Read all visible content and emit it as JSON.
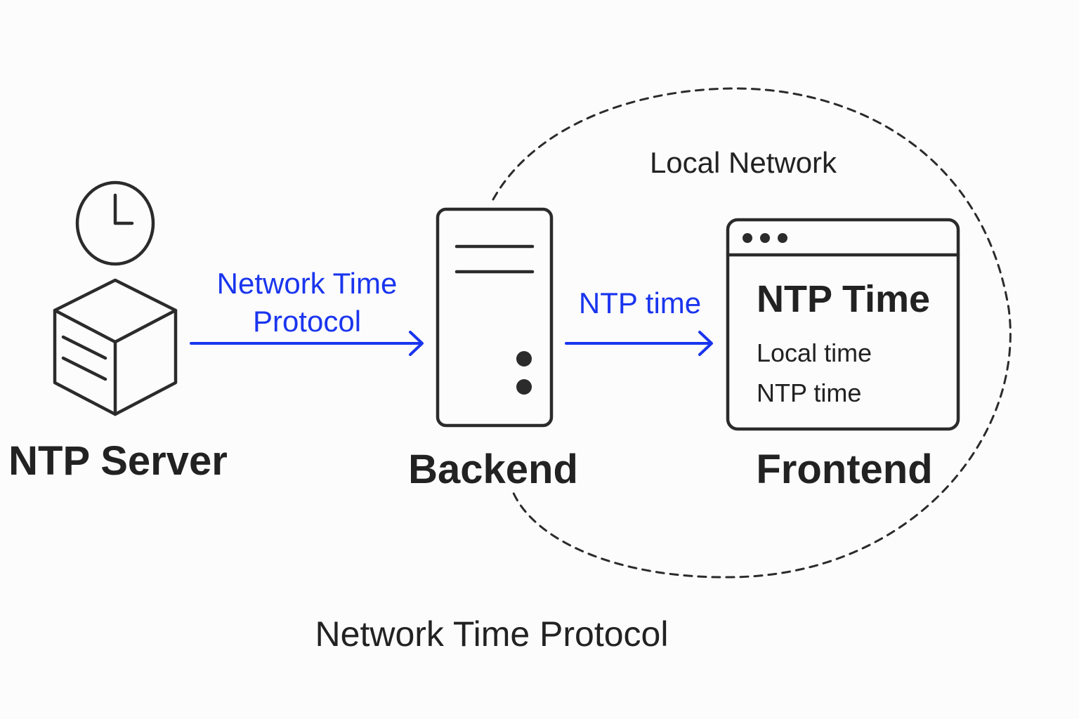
{
  "nodes": {
    "ntp_server": {
      "label": "NTP Server"
    },
    "backend": {
      "label": "Backend"
    },
    "frontend": {
      "label": "Frontend",
      "window_title": "NTP Time",
      "lines": [
        "Local time",
        "NTP time"
      ]
    }
  },
  "edges": {
    "server_to_backend": {
      "label_lines": [
        "Network Time",
        "Protocol"
      ]
    },
    "backend_to_frontend": {
      "label": "NTP time"
    }
  },
  "regions": {
    "local_network": {
      "label": "Local Network"
    }
  },
  "caption": "Network Time Protocol",
  "colors": {
    "ink": "#2b2b2b",
    "accent": "#1a35ee",
    "background": "#fcfcfc"
  },
  "icons": {
    "ntp_server": [
      "clock-icon",
      "server-cube-icon"
    ],
    "backend": "tower-server-icon",
    "frontend": "browser-window-icon"
  }
}
